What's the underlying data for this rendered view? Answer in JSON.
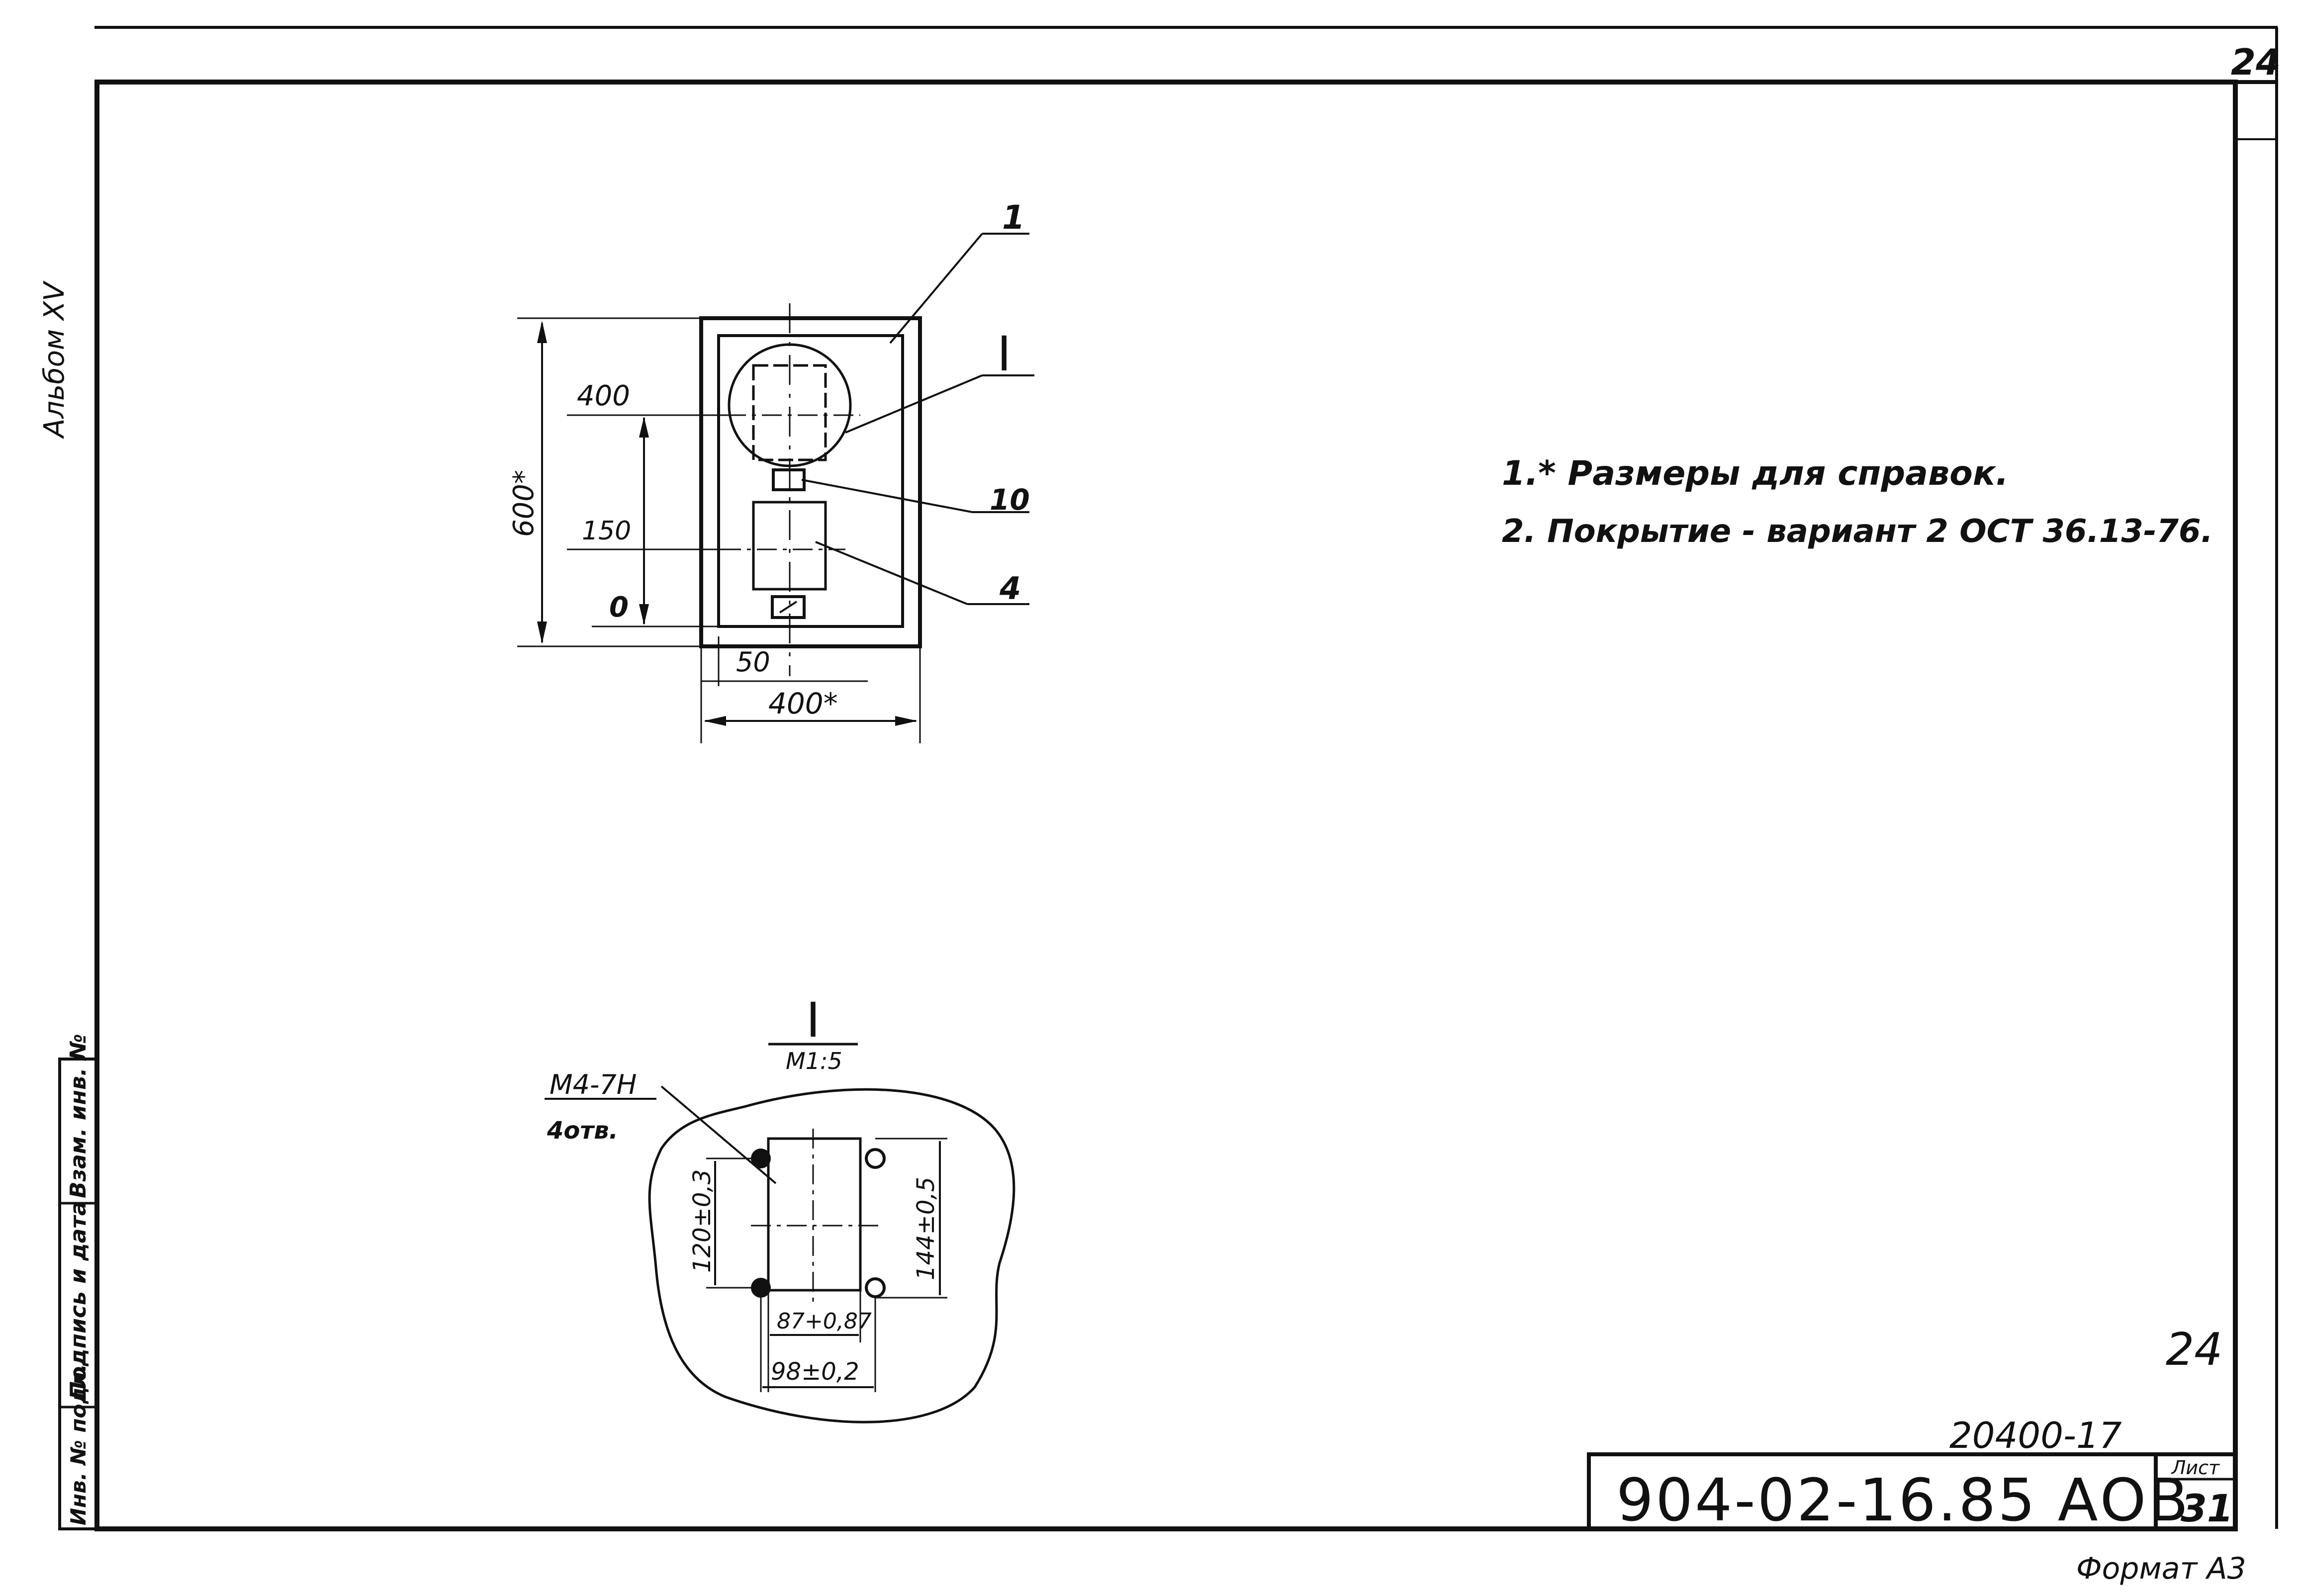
{
  "sheet": {
    "corner_sheet_number": "24",
    "album_label": "Альбом XV",
    "format_label": "Формат А3",
    "inventory_code": "20400-17",
    "handwritten_page": "24"
  },
  "stamp_columns": {
    "inventory_original": "Инв. № подл.",
    "signature_date": "Подпись и дата",
    "replacement_inventory": "Взам. инв. №"
  },
  "title_block": {
    "designation": "904-02-16.85 АОВ",
    "sheet_label": "Лист",
    "sheet_value": "31"
  },
  "notes": {
    "note1": "1.* Размеры для справок.",
    "note2": "2. Покрытие - вариант 2 ОСТ 36.13-76."
  },
  "main_view": {
    "callout_1": "1",
    "callout_I": "I",
    "callout_10": "10",
    "callout_4": "4",
    "dim_400_level": "400",
    "dim_150_level": "150",
    "dim_0_level": "0",
    "dim_height": "600*",
    "dim_offset": "50",
    "dim_width": "400*"
  },
  "detail_view": {
    "title": "I",
    "scale": "М1:5",
    "thread_label": "М4-7Н",
    "holes_label": "4отв.",
    "dim_left": "120±0,3",
    "dim_right": "144±0,5",
    "dim_inner": "87+0,87",
    "dim_outer": "98±0,2"
  }
}
